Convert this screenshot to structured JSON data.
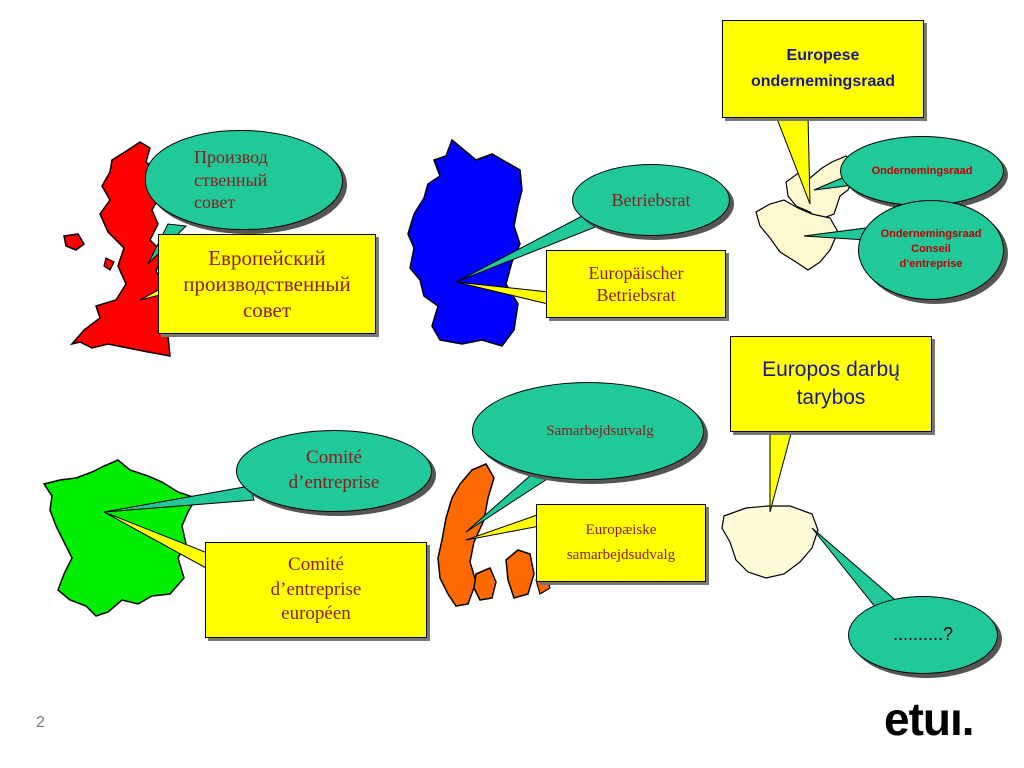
{
  "uk": {
    "bubble_national": "Производ ственный совет",
    "box_european": "Европейский производственный совет"
  },
  "germany": {
    "bubble_national": "Betriebsrat",
    "box_european": "Europäischer Betriebsrat"
  },
  "benelux": {
    "box_european": "Europese ondernemingsraad",
    "bubble_nl": "Ondernemingsraad",
    "bubble_be_line1": "Ondernemingsraad",
    "bubble_be_line2": "Conseil d’entreprise"
  },
  "lithuania": {
    "box_european": "Europos darbų tarybos",
    "bubble_national": "..........?"
  },
  "france": {
    "bubble_national": "Comité d’entreprise",
    "box_european": "Comité d’entreprise européen"
  },
  "denmark": {
    "bubble_national": "Samarbejdsutvalg",
    "box_european": "Europæiske samarbejdsudvalg"
  },
  "footer": {
    "page_number": "2",
    "logo": "etuı."
  },
  "colors": {
    "uk_map": "#ff0000",
    "germany_map": "#0000ff",
    "france_map": "#00ee00",
    "denmark_map": "#ff6a00",
    "benelux_map": "#fff8d0",
    "lithuania_map": "#fffad8",
    "bubble": "#20c89a",
    "box": "#ffff00",
    "text_serif": "#8b1a1a",
    "text_sans_box": "#1a1a8c",
    "text_sans_bubble": "#c00000"
  }
}
